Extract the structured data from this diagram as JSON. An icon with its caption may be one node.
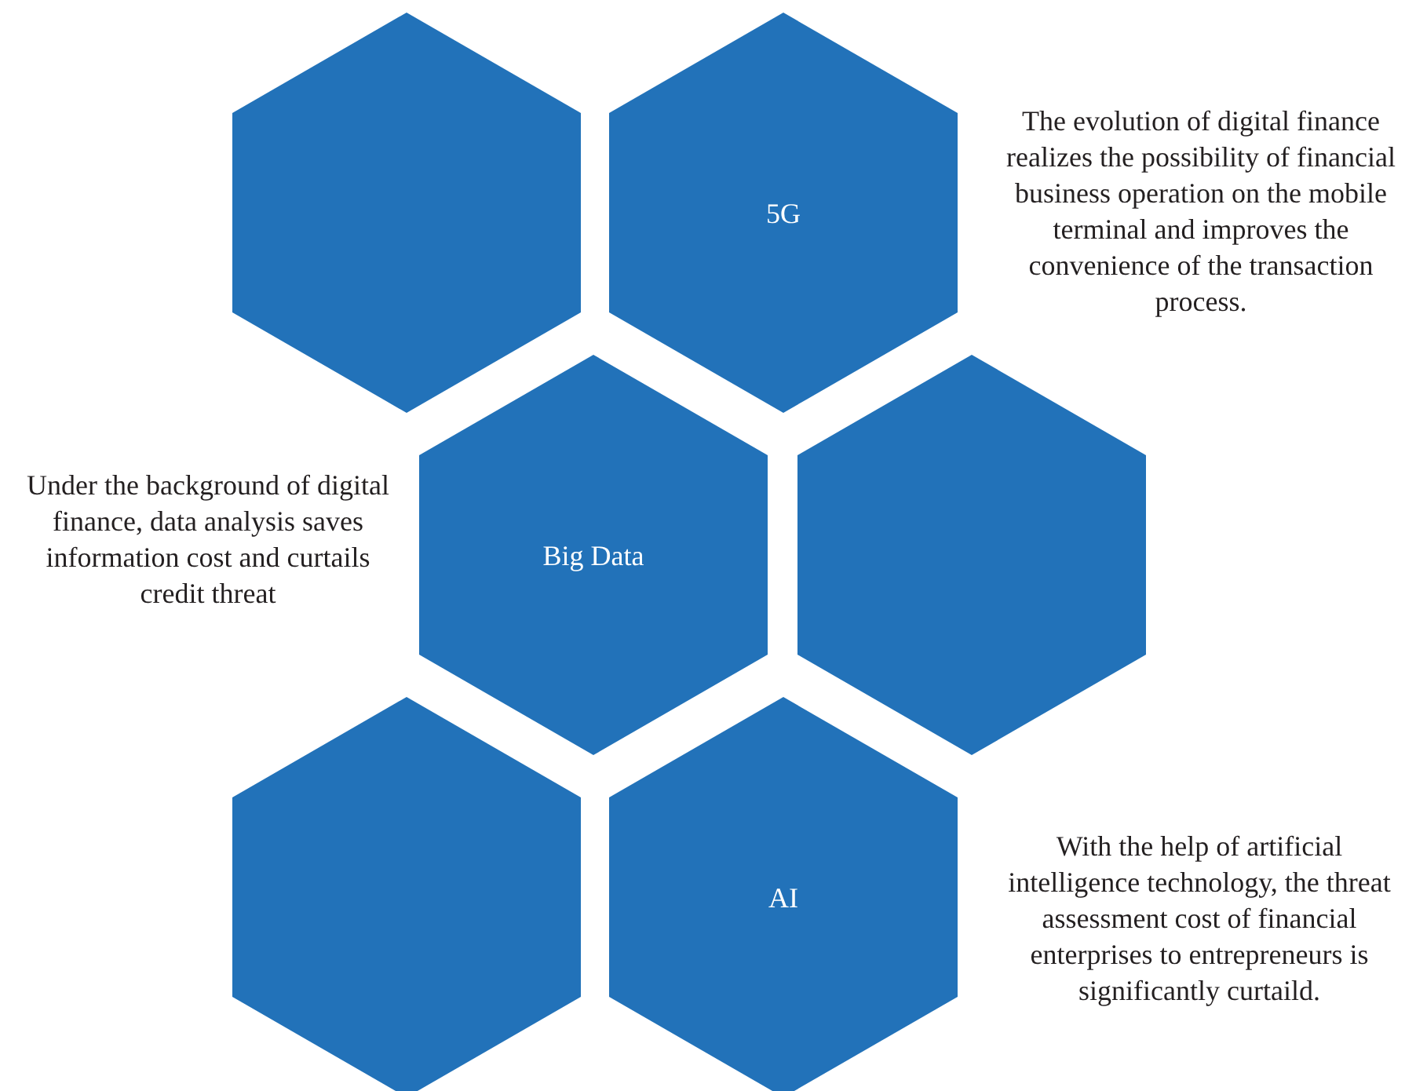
{
  "diagram": {
    "nodes": [
      {
        "text": [],
        "shape": "hexagon"
      },
      {
        "text": [
          "5G"
        ],
        "beside": [
          "The evolution of digital finance realizes the possibility of financial business operation on the mobile terminal and improves the convenience of the transaction process."
        ]
      },
      {
        "text": [
          "Big Data"
        ],
        "beside": [
          "Under the background of digital finance, data analysis saves information cost and curtails credit threat"
        ]
      },
      {
        "text": [],
        "shape": "hexagon"
      },
      {
        "text": [],
        "shape": "hexagon"
      },
      {
        "text": [
          "AI"
        ],
        "beside": [
          "With the help of artificial intelligence technology, the threat assessment cost of financial enterprises to entrepreneurs is significantly curtaild."
        ]
      }
    ]
  }
}
